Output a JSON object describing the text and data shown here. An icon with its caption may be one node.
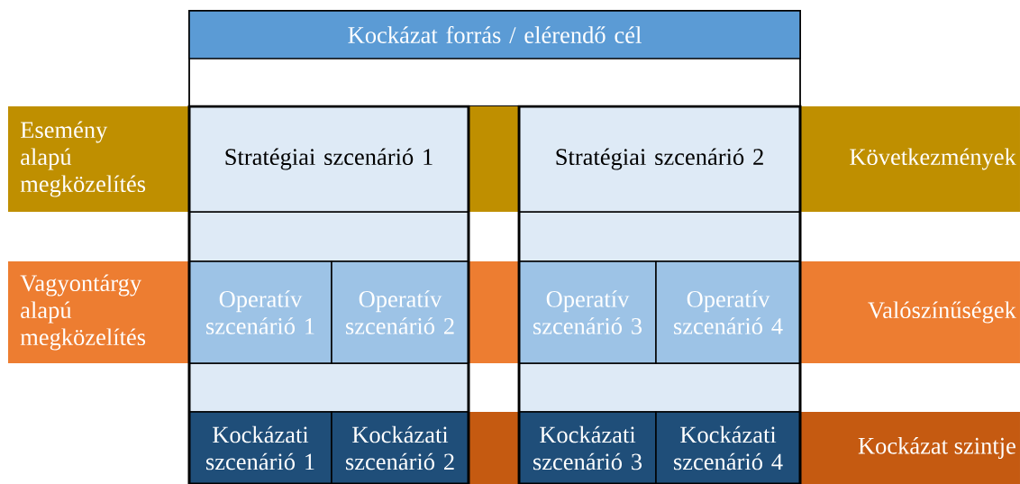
{
  "diagram": {
    "nodes": [
      {
        "text": [],
        "shape": "box"
      },
      {
        "text": [
          "Kockázat forrás / elérendő cél"
        ],
        "in": 0
      },
      {
        "text": [
          "Esemény alapú megközelítés",
          "Következmények"
        ]
      },
      {
        "text": [
          "Vagyontárgy alapú megközelítés",
          "Valószínűségek"
        ]
      },
      {
        "text": [
          "Kockázat szintje"
        ]
      },
      {
        "text": [],
        "shape": "box"
      },
      {
        "text": [
          "Stratégiai szcenárió 1"
        ]
      },
      {
        "text": [
          "Operatív szcenárió 1"
        ]
      },
      {
        "text": [
          "Operatív szcenárió 2"
        ]
      },
      {
        "text": [
          "Kockázati szcenárió 1"
        ],
        "in": 5
      },
      {
        "text": [
          "Kockázati szcenárió 2"
        ],
        "in": 5
      },
      {
        "text": [],
        "shape": "box"
      },
      {
        "text": [
          "Stratégiai szcenárió 2"
        ]
      },
      {
        "text": [
          "Operatív szcenárió 3"
        ]
      },
      {
        "text": [
          "Operatív szcenárió 4"
        ]
      },
      {
        "text": [
          "Kockázati szcenárió 3"
        ]
      },
      {
        "text": [
          "Kockázati szcenárió 4"
        ]
      }
    ]
  }
}
